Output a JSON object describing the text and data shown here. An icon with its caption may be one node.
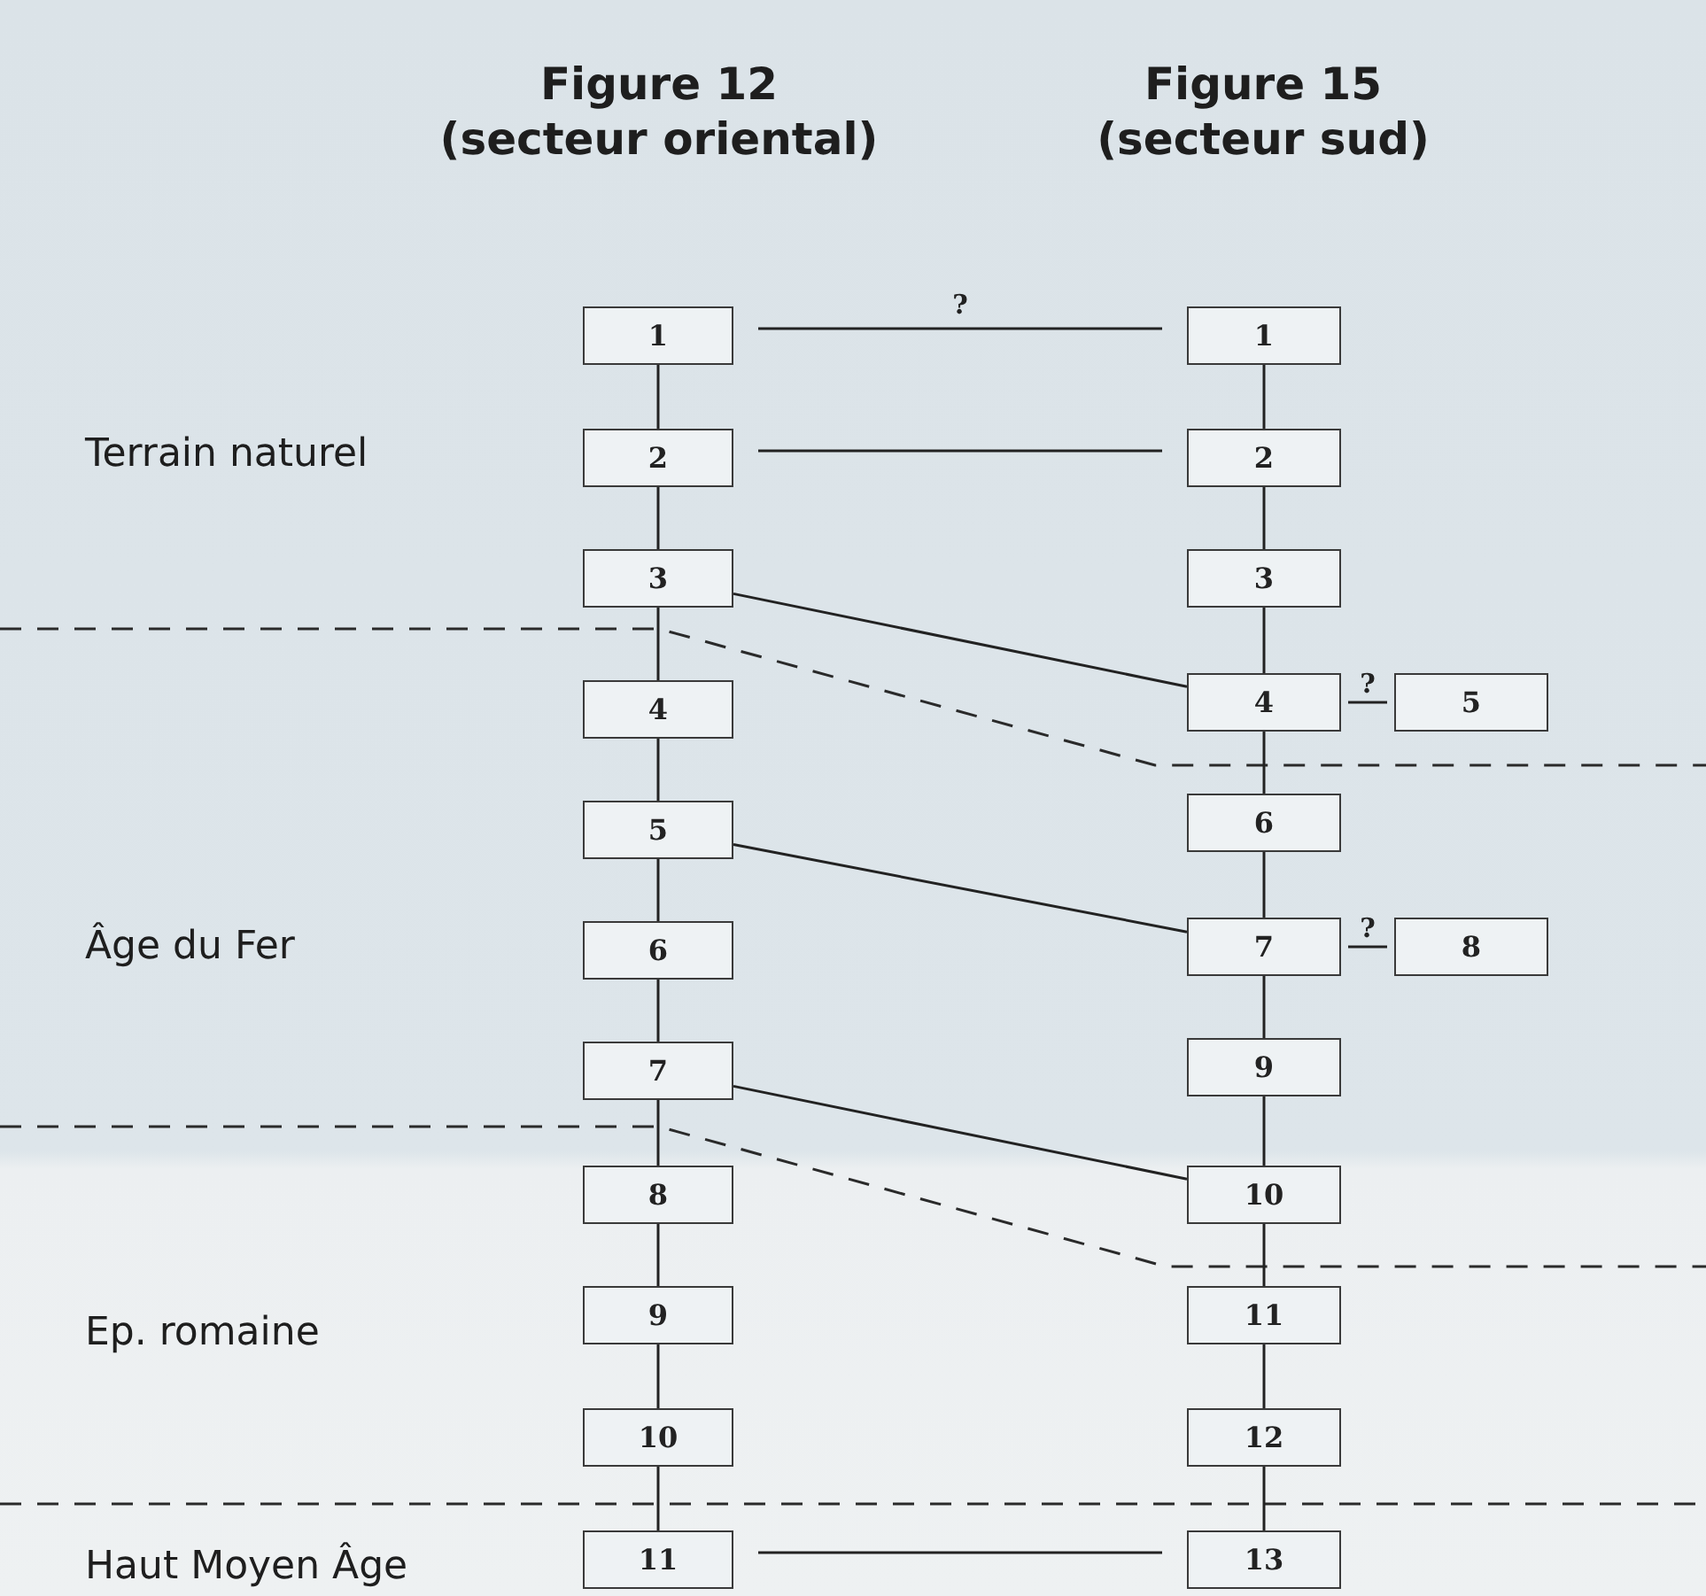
{
  "diagram": {
    "nodes": [
      {
        "text": [
          "1"
        ]
      },
      {
        "text": [
          "2"
        ]
      },
      {
        "text": [
          "3"
        ]
      },
      {
        "text": [
          "4"
        ]
      },
      {
        "text": [
          "5"
        ]
      },
      {
        "text": [
          "6"
        ]
      },
      {
        "text": [
          "7"
        ]
      },
      {
        "text": [
          "8"
        ]
      },
      {
        "text": [
          "9"
        ]
      },
      {
        "text": [
          "10"
        ]
      },
      {
        "text": [
          "11"
        ]
      },
      {
        "text": [
          "1"
        ]
      },
      {
        "text": [
          "2"
        ]
      },
      {
        "text": [
          "3"
        ]
      },
      {
        "text": [
          "4"
        ]
      },
      {
        "text": [
          "5"
        ]
      },
      {
        "text": [
          "6"
        ]
      },
      {
        "text": [
          "7"
        ]
      },
      {
        "text": [
          "8"
        ]
      },
      {
        "text": [
          "9"
        ]
      },
      {
        "text": [
          "10"
        ]
      },
      {
        "text": [
          "11"
        ]
      },
      {
        "text": [
          "12"
        ]
      },
      {
        "text": [
          "13"
        ]
      }
    ],
    "edges": [
      {
        "from": 0,
        "to": 1,
        "arrow": "none"
      },
      {
        "from": 1,
        "to": 2,
        "arrow": "none"
      },
      {
        "from": 2,
        "to": 3,
        "arrow": "none"
      },
      {
        "from": 3,
        "to": 4,
        "arrow": "none"
      },
      {
        "from": 4,
        "to": 5,
        "arrow": "none"
      },
      {
        "from": 5,
        "to": 6,
        "arrow": "none"
      },
      {
        "from": 6,
        "to": 7,
        "arrow": "none"
      },
      {
        "from": 7,
        "to": 8,
        "arrow": "none"
      },
      {
        "from": 8,
        "to": 9,
        "arrow": "none"
      },
      {
        "from": 9,
        "to": 10,
        "arrow": "none"
      },
      {
        "from": 11,
        "to": 12,
        "arrow": "none"
      },
      {
        "from": 12,
        "to": 13,
        "arrow": "none"
      },
      {
        "from": 13,
        "to": 14,
        "arrow": "none"
      },
      {
        "from": 14,
        "to": 16,
        "arrow": "none"
      },
      {
        "from": 16,
        "to": 17,
        "arrow": "none"
      },
      {
        "from": 17,
        "to": 19,
        "arrow": "none"
      },
      {
        "from": 19,
        "to": 20,
        "arrow": "none"
      },
      {
        "from": 20,
        "to": 21,
        "arrow": "none"
      },
      {
        "from": 21,
        "to": 22,
        "arrow": "none"
      },
      {
        "from": 22,
        "to": 23,
        "arrow": "none"
      },
      {
        "from": 0,
        "to": 11,
        "label": "?",
        "arrow": "none"
      },
      {
        "from": 1,
        "to": 12,
        "arrow": "none"
      },
      {
        "from": 2,
        "to": 14,
        "arrow": "none"
      },
      {
        "from": 4,
        "to": 17,
        "arrow": "none"
      },
      {
        "from": 6,
        "to": 20,
        "arrow": "none"
      },
      {
        "from": 10,
        "to": 23,
        "arrow": "none"
      },
      {
        "from": 14,
        "to": 15,
        "label": "?",
        "arrow": "none"
      },
      {
        "from": 17,
        "to": 18,
        "label": "?",
        "arrow": "none"
      }
    ],
    "labels": [
      "Figure 12",
      "Figure 15",
      "(secteur oriental)",
      "(secteur sud)",
      "Terrain naturel",
      "Âge du Fer",
      "Ep. romaine",
      "Haut Moyen Âge"
    ]
  }
}
